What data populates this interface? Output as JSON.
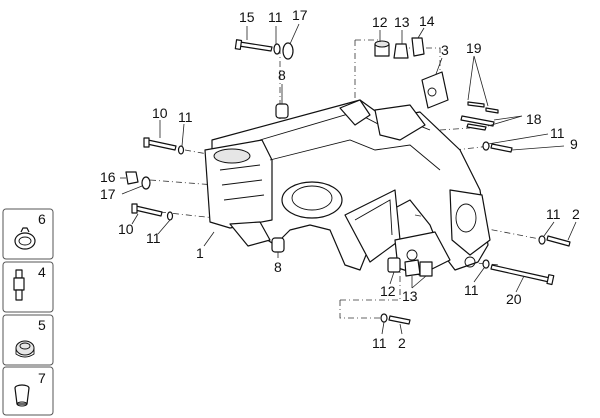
{
  "callouts": {
    "c15": "15",
    "c11a": "11",
    "c17a": "17",
    "c12a": "12",
    "c13a": "13",
    "c14": "14",
    "c3": "3",
    "c19": "19",
    "c8a": "8",
    "c10a": "10",
    "c11b": "11",
    "c18": "18",
    "c11c": "11",
    "c9": "9",
    "c16": "16",
    "c17b": "17",
    "c10b": "10",
    "c11d": "11",
    "c1": "1",
    "c8b": "8",
    "c11e": "11",
    "c2a": "2",
    "c12b": "12",
    "c13b": "13",
    "c11f": "11",
    "c20": "20",
    "c11g": "11",
    "c2b": "2"
  },
  "legend": [
    {
      "num": "6",
      "icon": "clamp-icon"
    },
    {
      "num": "4",
      "icon": "stud-icon"
    },
    {
      "num": "5",
      "icon": "nut-icon"
    },
    {
      "num": "7",
      "icon": "spacer-icon"
    }
  ]
}
